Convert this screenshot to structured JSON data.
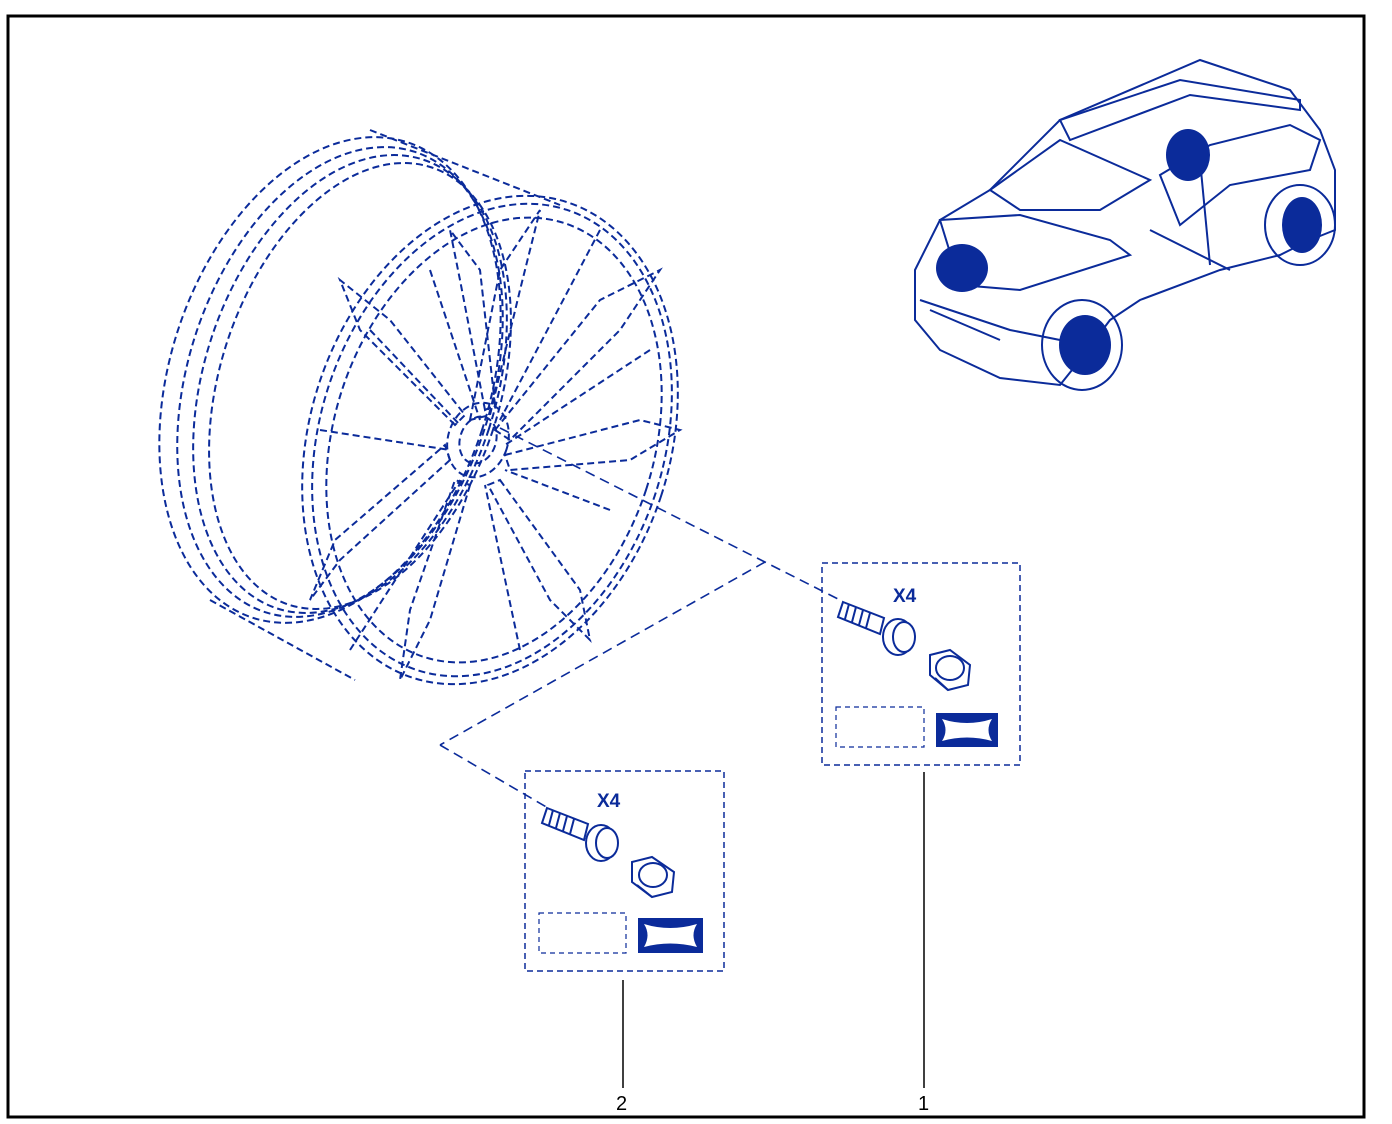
{
  "diagram": {
    "line_color": "#0b2b9a",
    "frame_color": "#000000",
    "kits": [
      {
        "callout": "1",
        "quantity": "X4"
      },
      {
        "callout": "2",
        "quantity": "X4"
      }
    ]
  }
}
